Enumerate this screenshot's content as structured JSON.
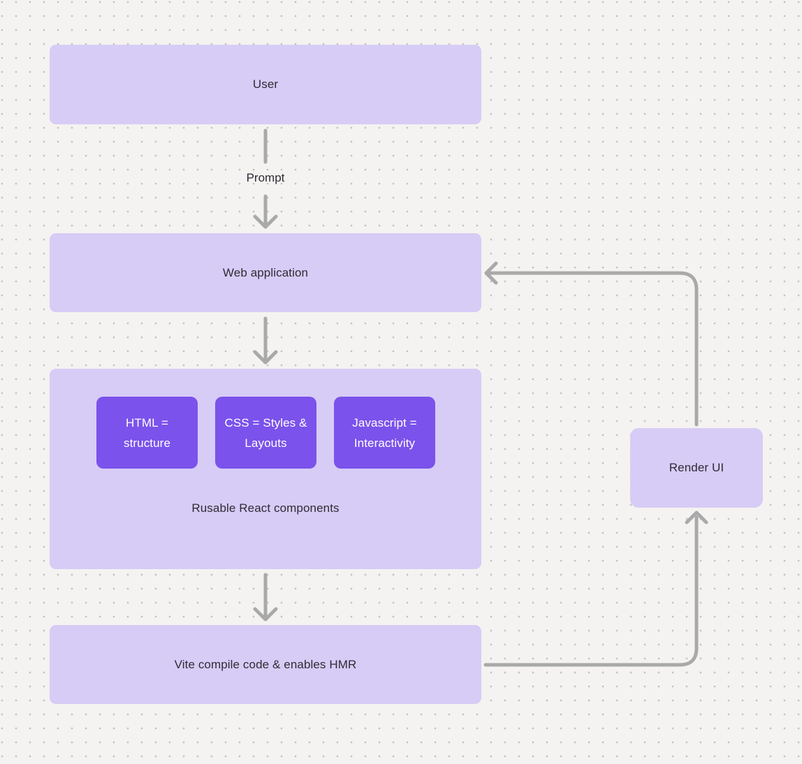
{
  "diagram": {
    "background_color": "#F4F3F1",
    "dot_color": "#C5C2BF",
    "node_fill_light": "#D7CCF6",
    "node_fill_strong": "#7B52EB",
    "arrow_color": "#A9A9A9",
    "text_dark": "#2F2B35",
    "text_light": "#FFFFFF",
    "nodes": {
      "user": {
        "label": "User"
      },
      "web_application": {
        "label": "Web application"
      },
      "components_group": {
        "caption": "Rusable React components",
        "items": [
          {
            "label": "HTML = structure"
          },
          {
            "label": "CSS = Styles & Layouts"
          },
          {
            "label": "Javascript = Interactivity"
          }
        ]
      },
      "vite": {
        "label": "Vite compile code & enables HMR"
      },
      "render_ui": {
        "label": "Render UI"
      }
    },
    "edge_labels": {
      "prompt": "Prompt"
    },
    "edges": [
      "User -> Web application (label: Prompt)",
      "Web application -> Components group",
      "Components group -> Vite",
      "Vite -> Render UI",
      "Render UI -> Web application"
    ]
  }
}
